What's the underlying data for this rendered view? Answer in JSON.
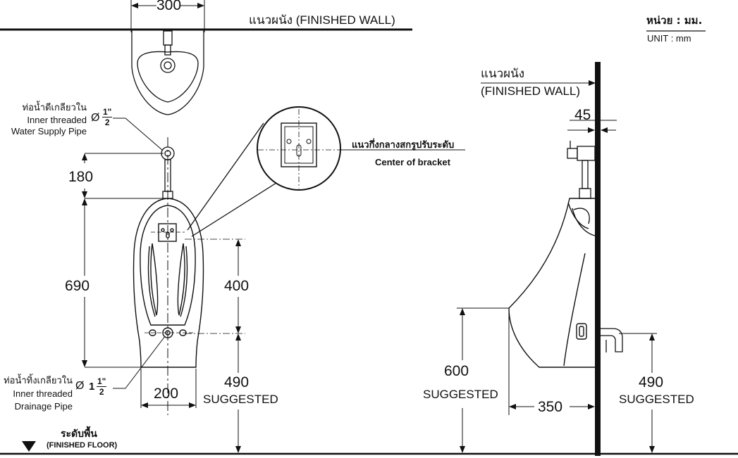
{
  "header": {
    "wall_label": "แนวผนัง (FINISHED WALL)",
    "unit_th": "หน่วย : มม.",
    "unit_en": "UNIT : mm"
  },
  "front_view": {
    "top_width": "300",
    "supply_pipe": {
      "th": "ท่อน้ำดีเกลียวใน",
      "en1": "Inner threaded",
      "en2": "Water Supply Pipe",
      "diameter_symbol": "Ø",
      "frac_num": "1\"",
      "frac_den": "2"
    },
    "dim_180": "180",
    "dim_690": "690",
    "dim_400": "400",
    "dim_490": "490",
    "dim_490_note": "SUGGESTED",
    "dim_200": "200",
    "drain_pipe": {
      "th": "ท่อน้ำทิ้งเกลียวใน",
      "en1": "Inner threaded",
      "en2": "Drainage Pipe",
      "diameter_symbol": "Ø",
      "whole": "1",
      "frac_num": "1\"",
      "frac_den": "2"
    },
    "bracket": {
      "th": "แนวกึ่งกลางสกรูปรับระดับ",
      "en": "Center of bracket"
    }
  },
  "floor": {
    "th": "ระดับพื้น",
    "en": "(FINISHED FLOOR)"
  },
  "side_view": {
    "wall_th": "แนวผนัง",
    "wall_en": "(FINISHED WALL)",
    "dim_45": "45",
    "dim_600": "600",
    "dim_600_note": "SUGGESTED",
    "dim_350": "350",
    "dim_490": "490",
    "dim_490_note": "SUGGESTED"
  }
}
